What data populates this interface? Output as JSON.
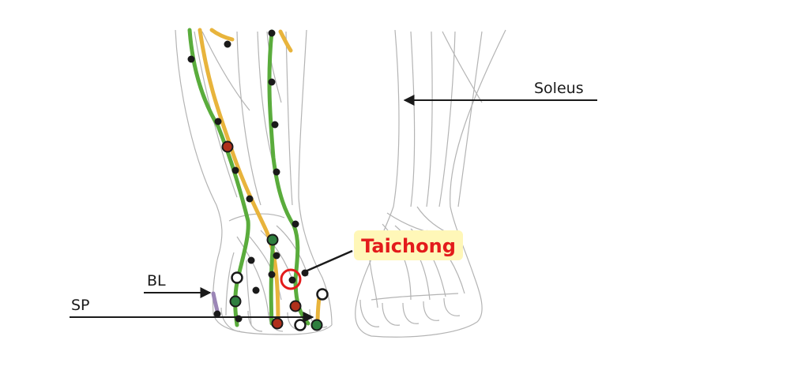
{
  "labels": {
    "soleus": "Soleus",
    "bl": "BL",
    "sp": "SP",
    "taichong": "Taichong"
  },
  "colors": {
    "green_meridian": "#5aac3c",
    "yellow_meridian": "#e8b43c",
    "purple_meridian": "#9b86b6",
    "outline": "#b4b4b4",
    "point_black": "#1a1a1a",
    "point_red_fill": "#b0301c",
    "point_green_fill": "#2f7f3f",
    "highlight_red": "#e31b1b",
    "label_bg": "#fff7b8",
    "arrow": "#1a1a1a"
  }
}
